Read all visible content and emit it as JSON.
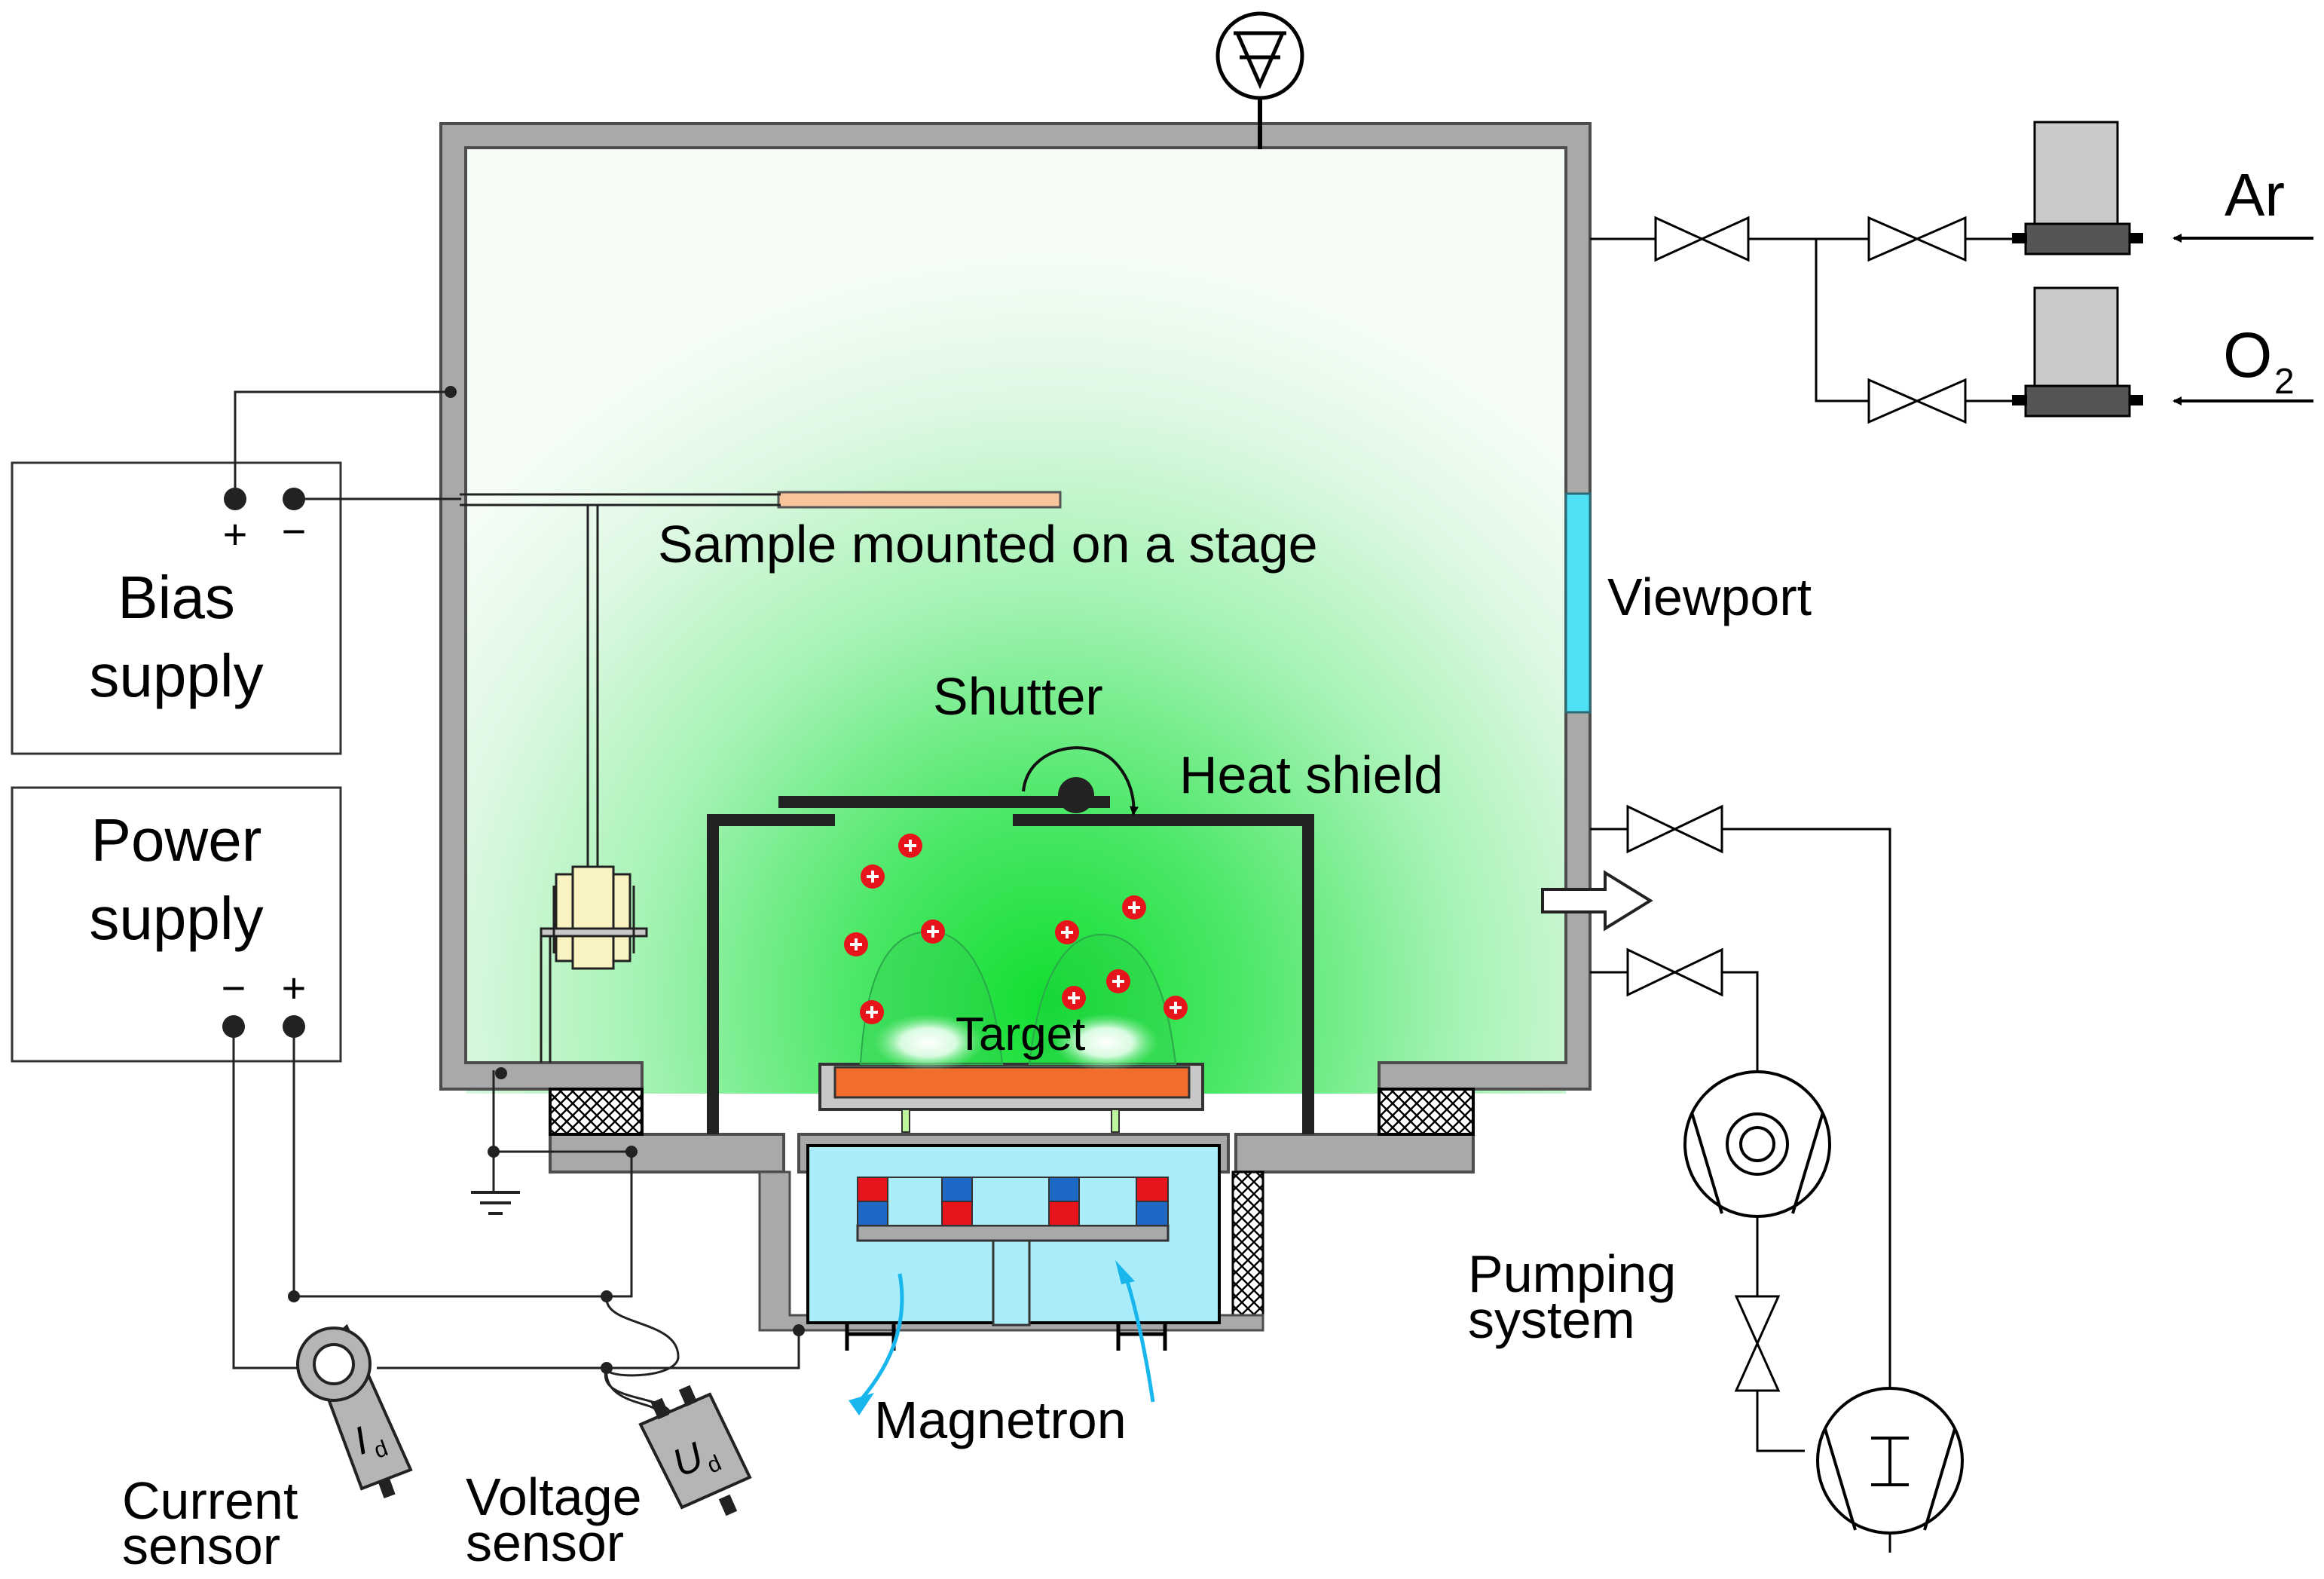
{
  "labels": {
    "sample": "Sample mounted on a stage",
    "viewport": "Viewport",
    "shutter": "Shutter",
    "heat_shield": "Heat shield",
    "target": "Target",
    "magnetron": "Magnetron",
    "pumping_line1": "Pumping",
    "pumping_line2": "system",
    "current_line1": "Current",
    "current_line2": "sensor",
    "voltage_line1": "Voltage",
    "voltage_line2": "sensor",
    "bias_line1": "Bias",
    "bias_line2": "supply",
    "power_line1": "Power",
    "power_line2": "supply",
    "bias_plus": "+",
    "bias_minus": "−",
    "power_minus": "−",
    "power_plus": "+",
    "gas_ar": "Ar",
    "gas_o": "O",
    "gas_o_sub": "2",
    "current_symbol": "I",
    "current_sub": "d",
    "voltage_symbol": "U",
    "voltage_sub": "d"
  },
  "icons": {
    "pressure_gauge": "pressure-gauge-icon",
    "valve": "bowtie-valve-icon",
    "flow_controller": "mass-flow-controller-icon",
    "rotary_pump": "rotary-pump-icon",
    "turbo_pump": "turbo-pump-icon",
    "ground": "ground-icon",
    "ion": "ion-plus-icon"
  },
  "colors": {
    "chamber_wall": "#a9a9a9",
    "plasma_glow": "#19d83a",
    "viewport": "#4fe0f5",
    "magnetron_body": "#a9ecfa",
    "target": "#f26d2c",
    "sample": "#f7c49b",
    "ion": "#e8141b",
    "flow_arrow": "#19b6ee",
    "magnet_north": "#e8141b",
    "magnet_south": "#1e69c6"
  }
}
